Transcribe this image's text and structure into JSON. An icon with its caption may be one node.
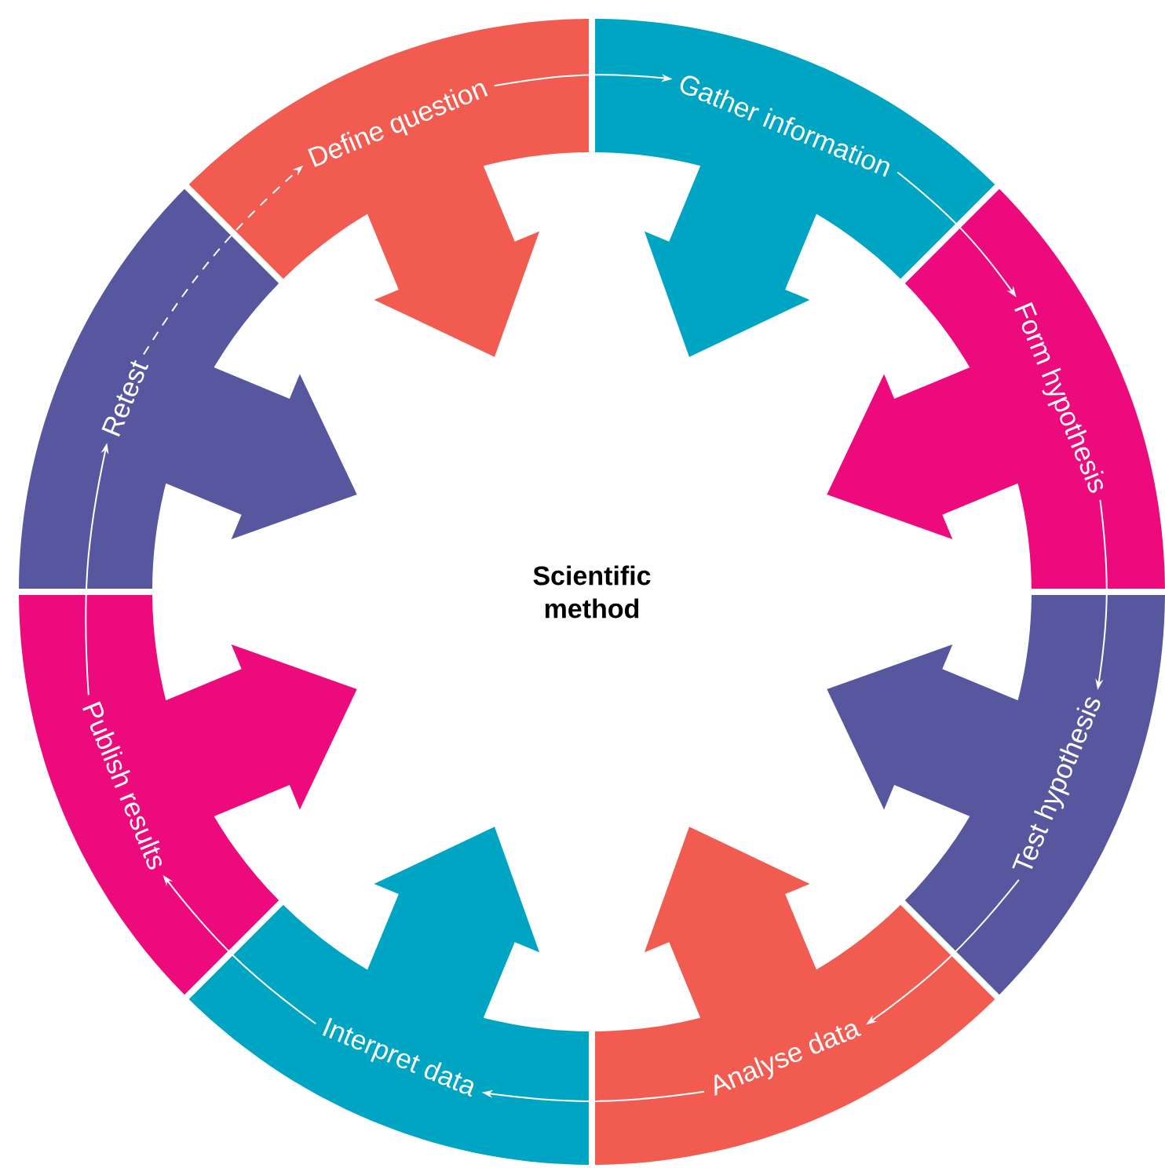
{
  "diagram": {
    "nodes": [
      {
        "text": [
          "Scientific method"
        ]
      },
      {
        "text": [
          "Define question"
        ]
      },
      {
        "text": [
          "Gather information"
        ]
      },
      {
        "text": [
          "Form hypothesis"
        ]
      },
      {
        "text": [
          "Test hypothesis"
        ]
      },
      {
        "text": [
          "Analyse data"
        ]
      },
      {
        "text": [
          "Interpret data"
        ]
      },
      {
        "text": [
          "Publish results"
        ]
      },
      {
        "text": [
          "Retest"
        ]
      }
    ],
    "edges": [
      {
        "from": 1,
        "to": 2,
        "arrow": "to"
      },
      {
        "from": 2,
        "to": 3,
        "arrow": "to"
      },
      {
        "from": 3,
        "to": 4,
        "arrow": "to"
      },
      {
        "from": 4,
        "to": 5,
        "arrow": "to"
      },
      {
        "from": 5,
        "to": 6,
        "arrow": "to"
      },
      {
        "from": 6,
        "to": 7,
        "arrow": "to"
      },
      {
        "from": 7,
        "to": 8,
        "arrow": "to"
      },
      {
        "from": 8,
        "to": 1,
        "arrow": "to",
        "style": "dashed"
      }
    ]
  }
}
